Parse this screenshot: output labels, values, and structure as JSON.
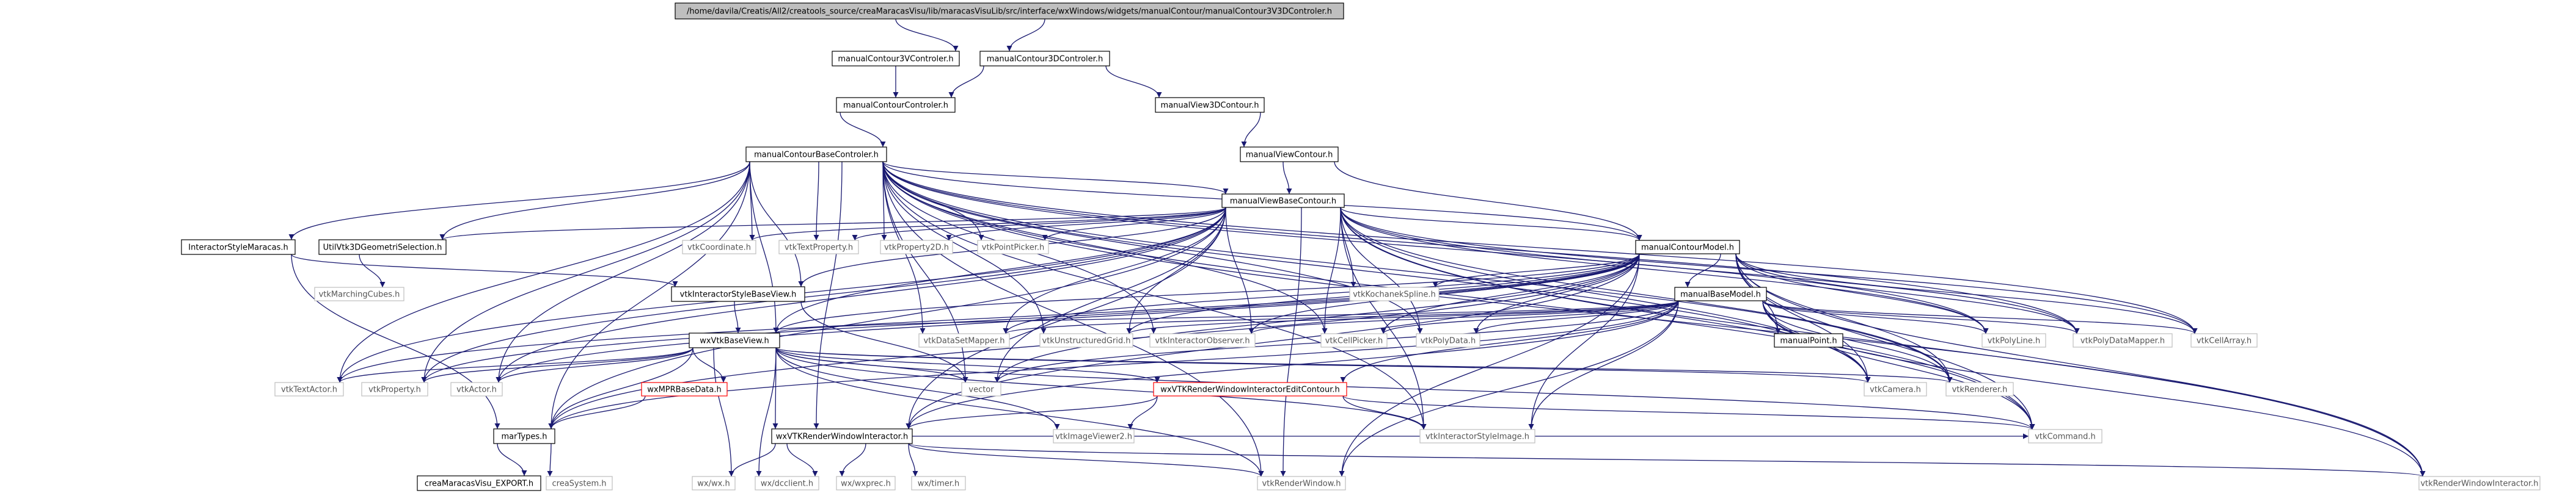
{
  "diagram": {
    "kind": "include-dependency-graph",
    "colors": {
      "edge": "#191970",
      "box_border_documented": "#000000",
      "box_border_undocumented": "#bfbfbf",
      "box_border_error": "#ff0000",
      "root_fill": "#bfbfbf",
      "text": "#000000",
      "text_muted": "#555555"
    },
    "nodes": [
      {
        "id": "root",
        "label": "/home/davila/Creatis/All2/creatools_source/creaMaracasVisu/lib/maracasVisuLib/src/interface/wxWindows/widgets/manualContour/manualContour3V3DControler.h",
        "style": "root"
      },
      {
        "id": "mc3v",
        "label": "manualContour3VControler.h",
        "style": "doc"
      },
      {
        "id": "mc3d",
        "label": "manualContour3DControler.h",
        "style": "doc"
      },
      {
        "id": "mcc",
        "label": "manualContourControler.h",
        "style": "doc"
      },
      {
        "id": "mv3d",
        "label": "manualView3DContour.h",
        "style": "doc"
      },
      {
        "id": "mcbc",
        "label": "manualContourBaseControler.h",
        "style": "doc"
      },
      {
        "id": "mvc",
        "label": "manualViewContour.h",
        "style": "doc"
      },
      {
        "id": "mvbc",
        "label": "manualViewBaseContour.h",
        "style": "doc"
      },
      {
        "id": "ism",
        "label": "InteractorStyleMaracas.h",
        "style": "doc"
      },
      {
        "id": "uvtk",
        "label": "UtilVtk3DGeometriSelection.h",
        "style": "doc"
      },
      {
        "id": "vmc",
        "label": "vtkMarchingCubes.h",
        "style": "ext"
      },
      {
        "id": "vcoord",
        "label": "vtkCoordinate.h",
        "style": "ext"
      },
      {
        "id": "vtprop",
        "label": "vtkTextProperty.h",
        "style": "ext"
      },
      {
        "id": "vprop2d",
        "label": "vtkProperty2D.h",
        "style": "ext"
      },
      {
        "id": "vpp",
        "label": "vtkPointPicker.h",
        "style": "ext"
      },
      {
        "id": "mcm",
        "label": "manualContourModel.h",
        "style": "doc"
      },
      {
        "id": "visbv",
        "label": "vtkInteractorStyleBaseView.h",
        "style": "doc"
      },
      {
        "id": "vks",
        "label": "vtkKochanekSpline.h",
        "style": "ext"
      },
      {
        "id": "mbm",
        "label": "manualBaseModel.h",
        "style": "doc"
      },
      {
        "id": "wxvtkbv",
        "label": "wxVtkBaseView.h",
        "style": "doc"
      },
      {
        "id": "vdsm",
        "label": "vtkDataSetMapper.h",
        "style": "ext"
      },
      {
        "id": "vug",
        "label": "vtkUnstructuredGrid.h",
        "style": "ext"
      },
      {
        "id": "vio",
        "label": "vtkInteractorObserver.h",
        "style": "ext"
      },
      {
        "id": "vcp",
        "label": "vtkCellPicker.h",
        "style": "ext"
      },
      {
        "id": "vpd",
        "label": "vtkPolyData.h",
        "style": "ext"
      },
      {
        "id": "mpt",
        "label": "manualPoint.h",
        "style": "doc"
      },
      {
        "id": "vpl",
        "label": "vtkPolyLine.h",
        "style": "ext"
      },
      {
        "id": "vpdm",
        "label": "vtkPolyDataMapper.h",
        "style": "ext"
      },
      {
        "id": "vca",
        "label": "vtkCellArray.h",
        "style": "ext"
      },
      {
        "id": "vta",
        "label": "vtkTextActor.h",
        "style": "ext"
      },
      {
        "id": "vprop",
        "label": "vtkProperty.h",
        "style": "ext"
      },
      {
        "id": "vactor",
        "label": "vtkActor.h",
        "style": "ext"
      },
      {
        "id": "wxmpr",
        "label": "wxMPRBaseData.h",
        "style": "err"
      },
      {
        "id": "vector",
        "label": "vector",
        "style": "ext"
      },
      {
        "id": "wxvtkrwiec",
        "label": "wxVTKRenderWindowInteractorEditContour.h",
        "style": "err"
      },
      {
        "id": "vcam",
        "label": "vtkCamera.h",
        "style": "ext"
      },
      {
        "id": "vren",
        "label": "vtkRenderer.h",
        "style": "ext"
      },
      {
        "id": "martypes",
        "label": "marTypes.h",
        "style": "doc"
      },
      {
        "id": "viv2",
        "label": "vtkImageViewer2.h",
        "style": "ext"
      },
      {
        "id": "visi",
        "label": "vtkInteractorStyleImage.h",
        "style": "ext"
      },
      {
        "id": "wxvtkrwi",
        "label": "wxVTKRenderWindowInteractor.h",
        "style": "doc"
      },
      {
        "id": "vcmd",
        "label": "vtkCommand.h",
        "style": "ext"
      },
      {
        "id": "cmve",
        "label": "creaMaracasVisu_EXPORT.h",
        "style": "doc"
      },
      {
        "id": "csys",
        "label": "creaSystem.h",
        "style": "ext"
      },
      {
        "id": "wxwx",
        "label": "wx/wx.h",
        "style": "ext"
      },
      {
        "id": "wxdc",
        "label": "wx/dcclient.h",
        "style": "ext"
      },
      {
        "id": "wxprec",
        "label": "wx/wxprec.h",
        "style": "ext"
      },
      {
        "id": "wxtimer",
        "label": "wx/timer.h",
        "style": "ext"
      },
      {
        "id": "vrw",
        "label": "vtkRenderWindow.h",
        "style": "ext"
      },
      {
        "id": "vrwi",
        "label": "vtkRenderWindowInteractor.h",
        "style": "ext"
      }
    ],
    "edges": [
      [
        "root",
        "mc3v"
      ],
      [
        "root",
        "mc3d"
      ],
      [
        "mc3v",
        "mcc"
      ],
      [
        "mc3d",
        "mcc"
      ],
      [
        "mc3d",
        "mv3d"
      ],
      [
        "mcc",
        "mcbc"
      ],
      [
        "mv3d",
        "mvc"
      ],
      [
        "mvc",
        "mvbc"
      ],
      [
        "mvc",
        "mcm"
      ],
      [
        "mcbc",
        "mvbc"
      ],
      [
        "mcbc",
        "ism"
      ],
      [
        "mcbc",
        "uvtk"
      ],
      [
        "mcbc",
        "vcoord"
      ],
      [
        "mcbc",
        "vtprop"
      ],
      [
        "mcbc",
        "vprop2d"
      ],
      [
        "mcbc",
        "vpp"
      ],
      [
        "mcbc",
        "mcm"
      ],
      [
        "mcbc",
        "visbv"
      ],
      [
        "mcbc",
        "wxvtkbv"
      ],
      [
        "mcbc",
        "vdsm"
      ],
      [
        "mcbc",
        "vug"
      ],
      [
        "mcbc",
        "vio"
      ],
      [
        "mcbc",
        "vcp"
      ],
      [
        "mcbc",
        "vpd"
      ],
      [
        "mcbc",
        "vpl"
      ],
      [
        "mcbc",
        "vpdm"
      ],
      [
        "mcbc",
        "vca"
      ],
      [
        "mcbc",
        "vta"
      ],
      [
        "mcbc",
        "vprop"
      ],
      [
        "mcbc",
        "vactor"
      ],
      [
        "mcbc",
        "vector"
      ],
      [
        "mcbc",
        "vcam"
      ],
      [
        "mcbc",
        "vren"
      ],
      [
        "mcbc",
        "martypes"
      ],
      [
        "mcbc",
        "visi"
      ],
      [
        "mcbc",
        "wxvtkrwi"
      ],
      [
        "mcbc",
        "vcmd"
      ],
      [
        "mcbc",
        "vrw"
      ],
      [
        "mcbc",
        "vrwi"
      ],
      [
        "mvbc",
        "uvtk"
      ],
      [
        "mvbc",
        "vcoord"
      ],
      [
        "mvbc",
        "vtprop"
      ],
      [
        "mvbc",
        "vprop2d"
      ],
      [
        "mvbc",
        "vpp"
      ],
      [
        "mvbc",
        "mcm"
      ],
      [
        "mvbc",
        "visbv"
      ],
      [
        "mvbc",
        "vks"
      ],
      [
        "mvbc",
        "wxvtkbv"
      ],
      [
        "mvbc",
        "vdsm"
      ],
      [
        "mvbc",
        "vug"
      ],
      [
        "mvbc",
        "vio"
      ],
      [
        "mvbc",
        "vcp"
      ],
      [
        "mvbc",
        "vpd"
      ],
      [
        "mvbc",
        "vpl"
      ],
      [
        "mvbc",
        "vpdm"
      ],
      [
        "mvbc",
        "vca"
      ],
      [
        "mvbc",
        "vta"
      ],
      [
        "mvbc",
        "vprop"
      ],
      [
        "mvbc",
        "vactor"
      ],
      [
        "mvbc",
        "vector"
      ],
      [
        "mvbc",
        "vcam"
      ],
      [
        "mvbc",
        "vren"
      ],
      [
        "mvbc",
        "martypes"
      ],
      [
        "mvbc",
        "visi"
      ],
      [
        "mvbc",
        "wxvtkrwi"
      ],
      [
        "mvbc",
        "vcmd"
      ],
      [
        "mvbc",
        "vrw"
      ],
      [
        "mvbc",
        "vrwi"
      ],
      [
        "ism",
        "visbv"
      ],
      [
        "ism",
        "martypes"
      ],
      [
        "uvtk",
        "vmc"
      ],
      [
        "mcm",
        "mbm"
      ],
      [
        "mcm",
        "vks"
      ],
      [
        "mcm",
        "wxvtkbv"
      ],
      [
        "mcm",
        "vdsm"
      ],
      [
        "mcm",
        "vug"
      ],
      [
        "mcm",
        "vio"
      ],
      [
        "mcm",
        "vcp"
      ],
      [
        "mcm",
        "vpd"
      ],
      [
        "mcm",
        "mpt"
      ],
      [
        "mcm",
        "vpl"
      ],
      [
        "mcm",
        "vpdm"
      ],
      [
        "mcm",
        "vca"
      ],
      [
        "mcm",
        "vprop"
      ],
      [
        "mcm",
        "vactor"
      ],
      [
        "mcm",
        "vector"
      ],
      [
        "mcm",
        "vcam"
      ],
      [
        "mcm",
        "vren"
      ],
      [
        "mcm",
        "martypes"
      ],
      [
        "mcm",
        "visi"
      ],
      [
        "mcm",
        "wxvtkrwi"
      ],
      [
        "mcm",
        "vcmd"
      ],
      [
        "mcm",
        "vrw"
      ],
      [
        "mcm",
        "vrwi"
      ],
      [
        "mcm",
        "vta"
      ],
      [
        "visbv",
        "wxvtkbv"
      ],
      [
        "visbv",
        "vector"
      ],
      [
        "mbm",
        "wxvtkbv"
      ],
      [
        "mbm",
        "vdsm"
      ],
      [
        "mbm",
        "vug"
      ],
      [
        "mbm",
        "vio"
      ],
      [
        "mbm",
        "vcp"
      ],
      [
        "mbm",
        "vpd"
      ],
      [
        "mbm",
        "mpt"
      ],
      [
        "mbm",
        "vpl"
      ],
      [
        "mbm",
        "vpdm"
      ],
      [
        "mbm",
        "vca"
      ],
      [
        "mbm",
        "vector"
      ],
      [
        "mbm",
        "vcam"
      ],
      [
        "mbm",
        "vren"
      ],
      [
        "mbm",
        "wxvtkrwiec"
      ],
      [
        "mbm",
        "visi"
      ],
      [
        "mbm",
        "wxvtkrwi"
      ],
      [
        "mbm",
        "vcmd"
      ],
      [
        "mbm",
        "vrw"
      ],
      [
        "mbm",
        "vrwi"
      ],
      [
        "mbm",
        "martypes"
      ],
      [
        "wxvtkbv",
        "vta"
      ],
      [
        "wxvtkbv",
        "vprop"
      ],
      [
        "wxvtkbv",
        "vactor"
      ],
      [
        "wxvtkbv",
        "wxmpr"
      ],
      [
        "wxvtkbv",
        "vector"
      ],
      [
        "wxvtkbv",
        "wxvtkrwiec"
      ],
      [
        "wxvtkbv",
        "vcam"
      ],
      [
        "wxvtkbv",
        "vren"
      ],
      [
        "wxvtkbv",
        "martypes"
      ],
      [
        "wxvtkbv",
        "viv2"
      ],
      [
        "wxvtkbv",
        "visi"
      ],
      [
        "wxvtkbv",
        "wxvtkrwi"
      ],
      [
        "wxvtkbv",
        "wxwx"
      ],
      [
        "wxvtkbv",
        "wxdc"
      ],
      [
        "wxvtkbv",
        "vrw"
      ],
      [
        "wxvtkbv",
        "vcmd"
      ],
      [
        "wxmpr",
        "martypes"
      ],
      [
        "wxvtkrwiec",
        "visi"
      ],
      [
        "wxvtkrwiec",
        "viv2"
      ],
      [
        "wxvtkrwiec",
        "wxvtkrwi"
      ],
      [
        "wxvtkrwiec",
        "vcmd"
      ],
      [
        "martypes",
        "cmve"
      ],
      [
        "martypes",
        "csys"
      ],
      [
        "wxvtkrwi",
        "wxwx"
      ],
      [
        "wxvtkrwi",
        "wxdc"
      ],
      [
        "wxvtkrwi",
        "wxprec"
      ],
      [
        "wxvtkrwi",
        "wxtimer"
      ],
      [
        "wxvtkrwi",
        "vrw"
      ],
      [
        "wxvtkrwi",
        "vrwi"
      ],
      [
        "wxvtkrwi",
        "vcmd"
      ]
    ]
  }
}
